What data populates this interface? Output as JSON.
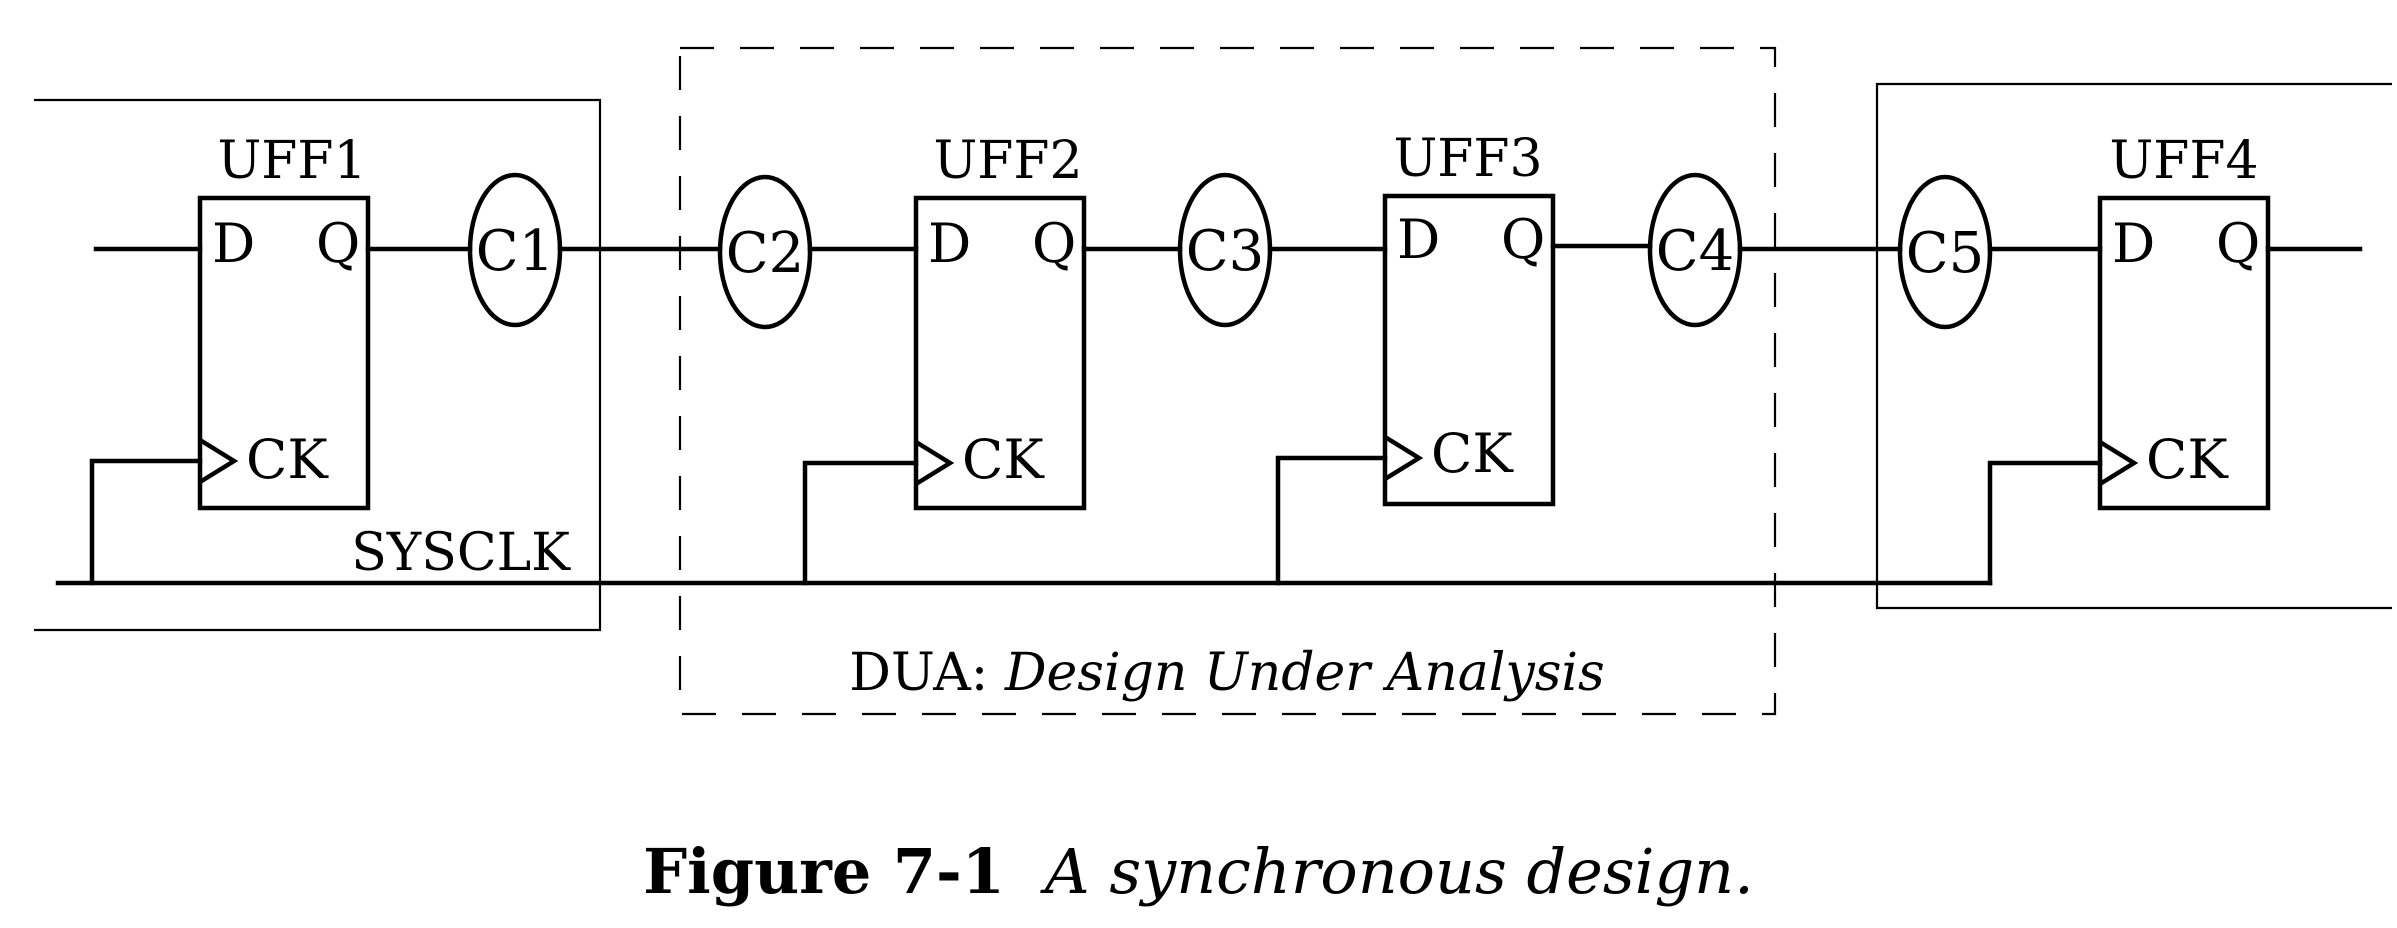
{
  "diagram": {
    "flipflops": [
      {
        "name": "UFF1",
        "d": "D",
        "q": "Q",
        "ck": "CK"
      },
      {
        "name": "UFF2",
        "d": "D",
        "q": "Q",
        "ck": "CK"
      },
      {
        "name": "UFF3",
        "d": "D",
        "q": "Q",
        "ck": "CK"
      },
      {
        "name": "UFF4",
        "d": "D",
        "q": "Q",
        "ck": "CK"
      }
    ],
    "clouds": [
      "C1",
      "C2",
      "C3",
      "C4",
      "C5"
    ],
    "clock_label": "SYSCLK",
    "dua_label_prefix": "DUA:",
    "dua_label_text": "Design Under Analysis"
  },
  "caption": {
    "number": "Figure 7-1",
    "text": "A synchronous design."
  }
}
